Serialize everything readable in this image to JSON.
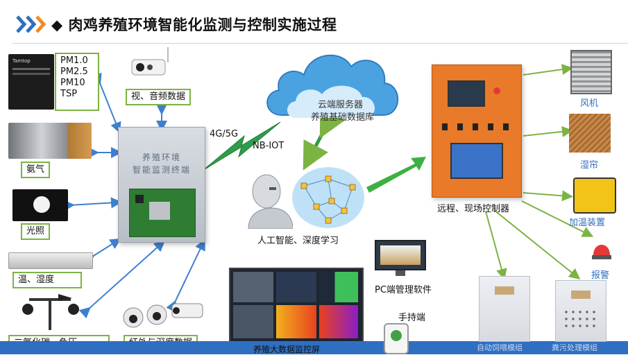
{
  "header": {
    "title": "◆ 肉鸡养殖环境智能化监测与控制实施过程"
  },
  "left_sensors": {
    "pm": [
      "PM1.0",
      "PM2.5",
      "PM10",
      "TSP"
    ],
    "ammonia": "氨气",
    "light": "光照",
    "temp_humidity": "温、湿度",
    "co2_pressure": "二氧化碳、负压",
    "av_data": "视、音频数据",
    "ir_depth": "红外与深度数据",
    "device_brand": "Tamtop"
  },
  "terminal": {
    "line1": "养殖环境",
    "line2": "智能监测终端"
  },
  "network": {
    "g45": "4G/5G",
    "nbiot": "NB-IOT"
  },
  "cloud": {
    "line1": "云端服务器",
    "line2": "养殖基础数据库"
  },
  "ai": {
    "label": "人工智能、深度学习"
  },
  "controller": {
    "label": "远程、现场控制器"
  },
  "actuators": {
    "fan": "风机",
    "wet_curtain": "湿帘",
    "heater": "加温装置",
    "alarm": "报警"
  },
  "bottom": {
    "pc": "PC端管理软件",
    "handheld": "手持端",
    "bigscreen": "养殖大数据监控屏",
    "feeding": "自动饲喂模组",
    "manure": "粪污处理模组"
  },
  "colors": {
    "accent_blue": "#2f6fc2",
    "green": "#7cb342",
    "arrow_blue": "#3f7fcf",
    "cabinet_orange": "#e87a2a"
  }
}
